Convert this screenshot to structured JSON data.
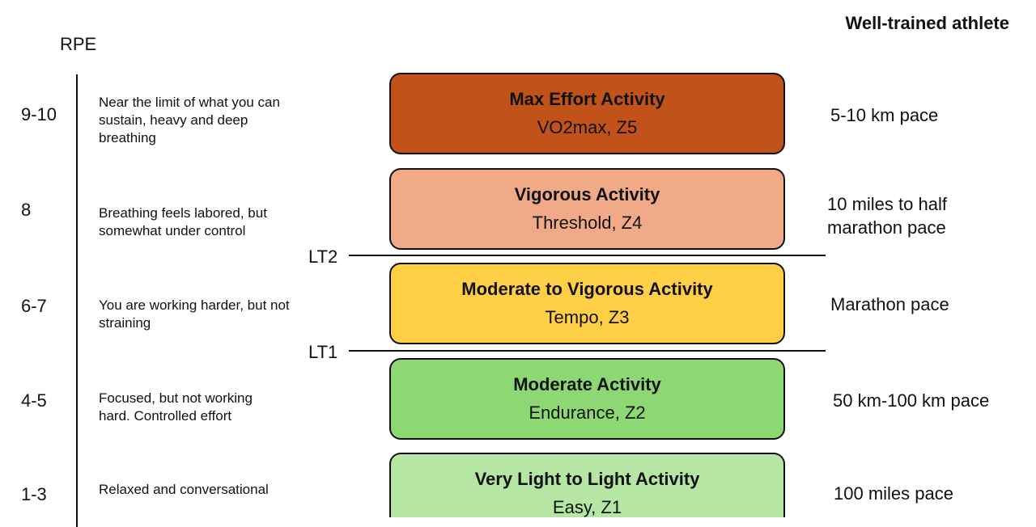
{
  "header": {
    "rpe_label": "RPE",
    "athlete_label": "Well-trained athlete"
  },
  "rows": [
    {
      "rpe": "9-10",
      "description": "Near the limit of what you can sustain, heavy and deep breathing",
      "zone_title": "Max Effort Activity",
      "zone_sub": "VO2max, Z5",
      "zone_color": "#c0521a",
      "pace": "5-10 km pace"
    },
    {
      "rpe": "8",
      "description": "Breathing feels labored, but somewhat under control",
      "zone_title": "Vigorous Activity",
      "zone_sub": "Threshold, Z4",
      "zone_color": "#f0aa88",
      "pace": "10 miles to half marathon pace"
    },
    {
      "rpe": "6-7",
      "description": "You are working harder, but not straining",
      "zone_title": "Moderate to Vigorous Activity",
      "zone_sub": "Tempo, Z3",
      "zone_color": "#ffcf45",
      "pace": "Marathon pace"
    },
    {
      "rpe": "4-5",
      "description": "Focused, but not working hard. Controlled effort",
      "zone_title": "Moderate Activity",
      "zone_sub": "Endurance, Z2",
      "zone_color": "#8dd872",
      "pace": "50 km-100 km pace"
    },
    {
      "rpe": "1-3",
      "description": "Relaxed and conversational",
      "zone_title": "Very Light to Light Activity",
      "zone_sub": "Easy, Z1",
      "zone_color": "#b6e6a3",
      "pace": "100 miles pace"
    }
  ],
  "thresholds": [
    {
      "label": "LT2"
    },
    {
      "label": "LT1"
    }
  ]
}
